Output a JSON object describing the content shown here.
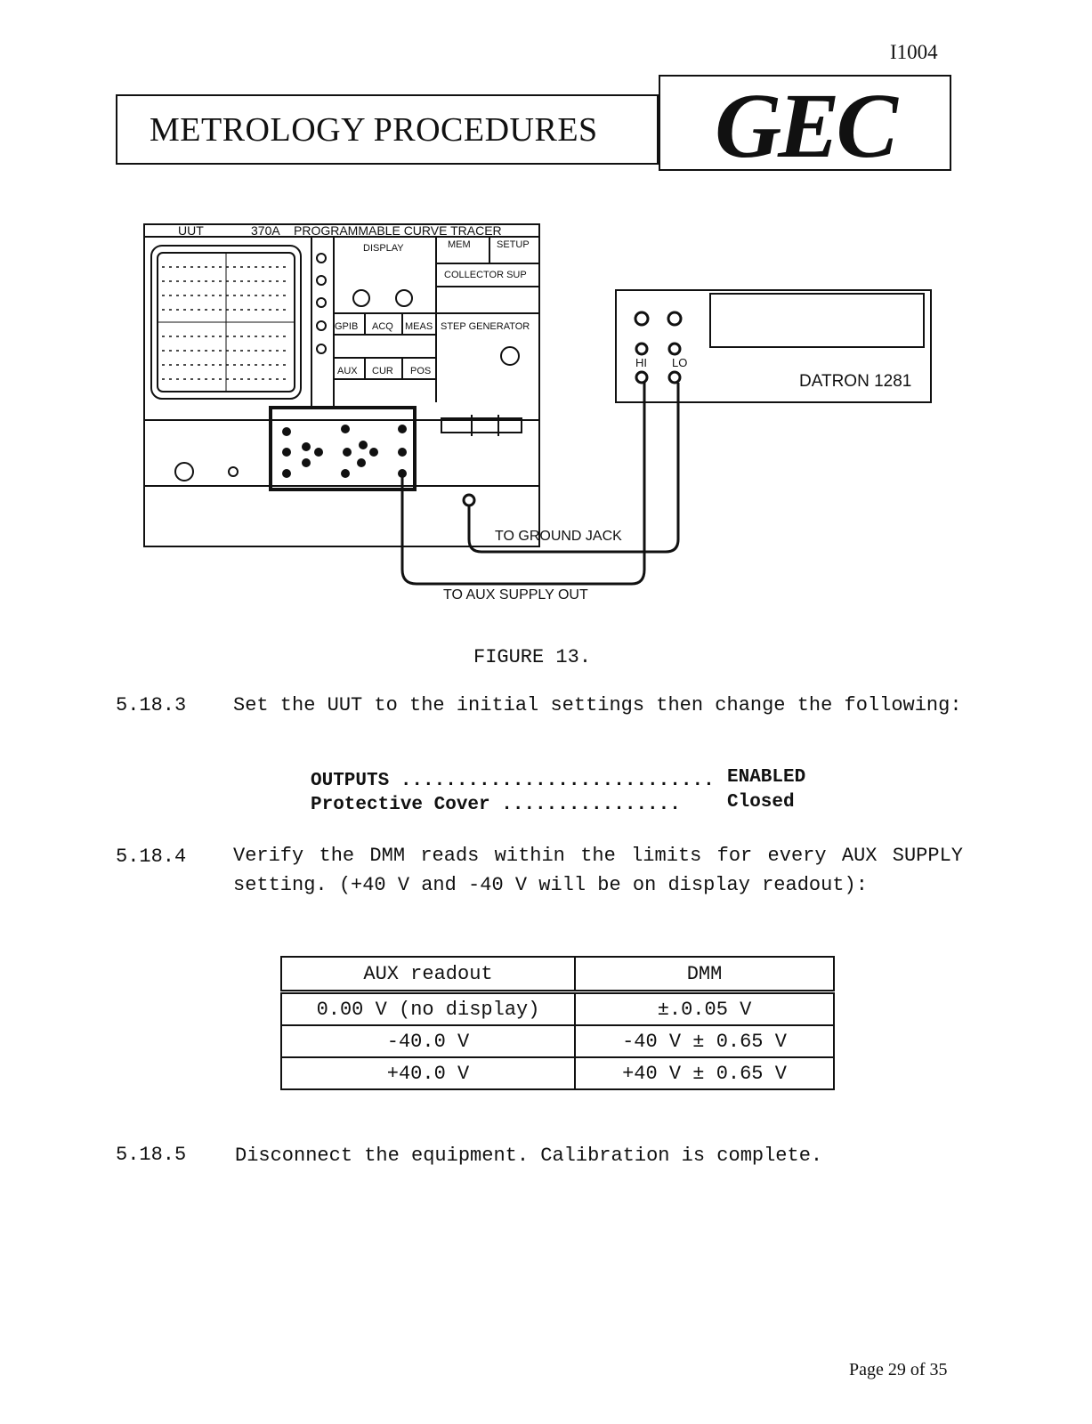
{
  "header": {
    "document_number": "I1004",
    "title": "METROLOGY PROCEDURES",
    "logo_text": "GEC"
  },
  "figure": {
    "uut_label": "UUT",
    "uut_model": "370A",
    "uut_name": "PROGRAMMABLE CURVE TRACER",
    "panel_display": "DISPLAY",
    "panel_mem": "MEM",
    "panel_setup": "SETUP",
    "panel_collector": "COLLECTOR SUP",
    "panel_gpib": "GPIB",
    "panel_acq": "ACQ",
    "panel_meas": "MEAS",
    "panel_step": "STEP GENERATOR",
    "panel_aux": "AUX",
    "panel_cur": "CUR",
    "panel_pos": "POS",
    "dmm_name": "DATRON 1281",
    "dmm_hi": "HI",
    "dmm_lo": "LO",
    "label_ground": "TO GROUND JACK",
    "label_aux": "TO AUX SUPPLY OUT",
    "caption": "FIGURE 13."
  },
  "steps": {
    "s183": {
      "number": "5.18.3",
      "text": "Set the UUT to the initial settings then change the following:"
    },
    "settings": [
      {
        "label": "OUTPUTS ............................",
        "value": "ENABLED"
      },
      {
        "label": "Protective Cover ................",
        "value": "Closed"
      }
    ],
    "s184": {
      "number": "5.18.4",
      "text": "Verify the DMM reads within the limits for every AUX SUPPLY setting. (+40 V and -40 V will be on display readout):"
    },
    "s185": {
      "number": "5.18.5",
      "text": "Disconnect the equipment.  Calibration is complete."
    }
  },
  "table": {
    "headers": [
      "AUX readout",
      "DMM"
    ],
    "rows": [
      [
        "0.00 V (no display)",
        "±.0.05 V"
      ],
      [
        "-40.0 V",
        "-40 V ± 0.65 V"
      ],
      [
        "+40.0 V",
        "+40 V ± 0.65 V"
      ]
    ]
  },
  "footer": {
    "page": "Page 29 of 35"
  }
}
